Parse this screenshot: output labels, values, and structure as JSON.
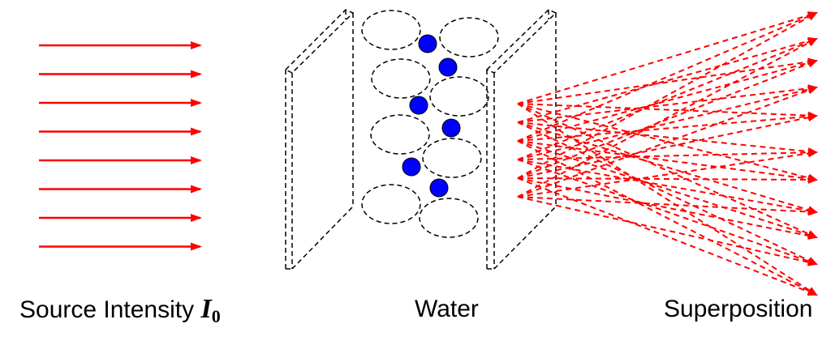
{
  "labels": {
    "source_prefix": "Source Intensity ",
    "source_symbol": "I",
    "source_subscript": "0",
    "water": "Water",
    "superposition": "Superposition"
  },
  "colors": {
    "beam": "#ff0000",
    "molecule": "#0000ff",
    "outline": "#000000"
  },
  "incident_ray_count": 8,
  "scattered_ray_count": 36,
  "molecule_count": 6,
  "water_region_count": 8
}
